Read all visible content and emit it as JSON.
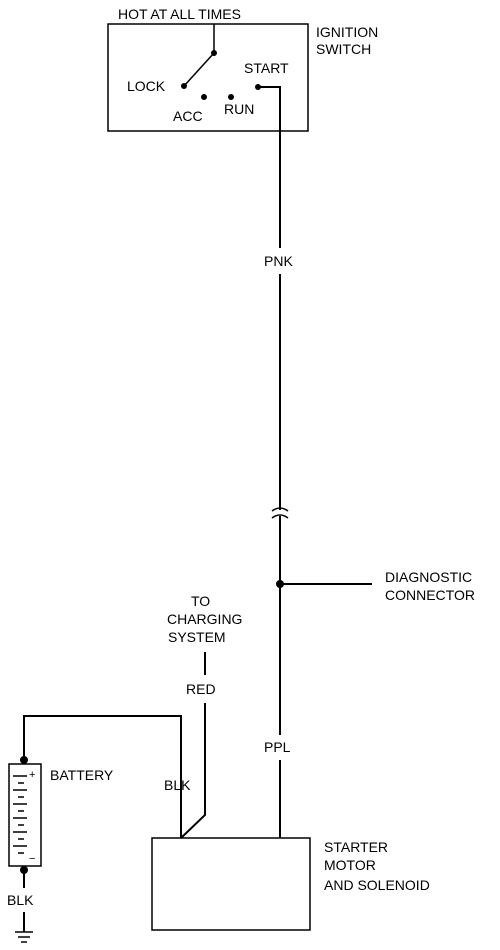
{
  "ignition_switch": {
    "header": "HOT AT ALL TIMES",
    "name_line1": "IGNITION",
    "name_line2": "SWITCH",
    "positions": {
      "lock": "LOCK",
      "acc": "ACC",
      "run": "RUN",
      "start": "START"
    }
  },
  "wires": {
    "start_to_splice": "PNK",
    "splice_to_starter": "PPL",
    "charging_feed": "RED",
    "battery_positive": "BLK",
    "battery_ground": "BLK"
  },
  "connectors": {
    "diagnostic_line1": "DIAGNOSTIC",
    "diagnostic_line2": "CONNECTOR",
    "charging_line1": "TO",
    "charging_line2": "CHARGING",
    "charging_line3": "SYSTEM"
  },
  "battery": {
    "label": "BATTERY",
    "positive_symbol": "+",
    "negative_symbol": "−"
  },
  "starter": {
    "line1": "STARTER",
    "line2": "MOTOR",
    "line3": "AND SOLENOID"
  }
}
